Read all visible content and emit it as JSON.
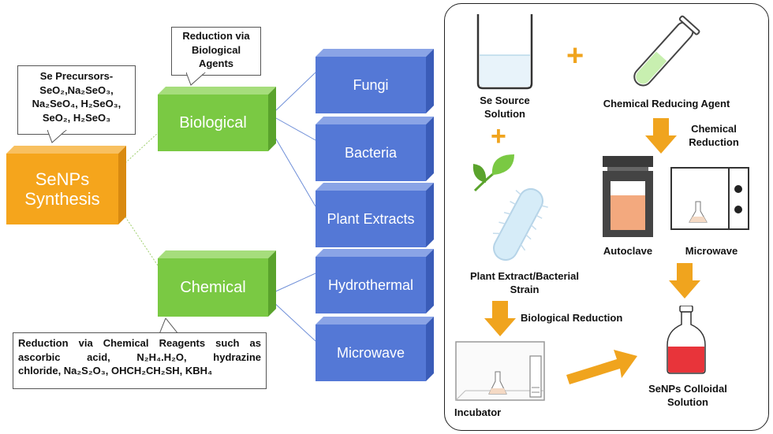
{
  "colors": {
    "orange": "#f5a51c",
    "green": "#7ac943",
    "blue": "#5478d6",
    "arrow": "#f0a41e",
    "red_liquid": "#e8343a"
  },
  "left": {
    "synthesis": [
      "SeNPs",
      "Synthesis"
    ],
    "precursors": {
      "line1": "Se Precursors-",
      "line2": "SeO₂,Na₂SeO₃,",
      "line3": "Na₂SeO₄, H₂SeO₃,",
      "line4": "SeO₂, H₂SeO₃"
    },
    "biological": "Biological",
    "chemical": "Chemical",
    "bio_callout": [
      "Reduction via",
      "Biological",
      "Agents"
    ],
    "chem_callout": {
      "line1": "Reduction via Chemical Reagents such as",
      "line2": "ascorbic acid, N₂H₄.H₂O, hydrazine",
      "line3": "chloride, Na₂S₂O₃, OHCH₂CH₂SH, KBH₄"
    },
    "methods": [
      "Fungi",
      "Bacteria",
      "Plant Extracts",
      "Hydrothermal",
      "Microwave"
    ]
  },
  "right": {
    "se_source": [
      "Se Source",
      "Solution"
    ],
    "plus_symbol": "+",
    "chemical_reducing_agent": "Chemical Reducing Agent",
    "chemical_reduction": [
      "Chemical",
      "Reduction"
    ],
    "autoclave": "Autoclave",
    "microwave": "Microwave",
    "plant_extract": [
      "Plant Extract/Bacterial",
      "Strain"
    ],
    "biological_reduction": "Biological Reduction",
    "incubator": "Incubator",
    "colloidal": [
      "SeNPs Colloidal",
      "Solution"
    ]
  }
}
